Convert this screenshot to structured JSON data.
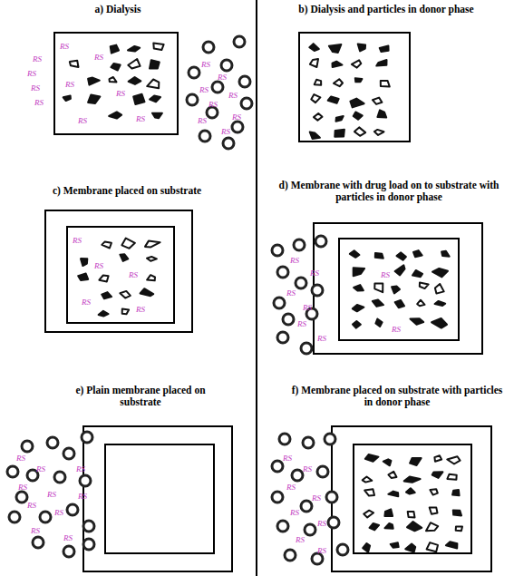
{
  "diagram": {
    "labels": [
      "a) Dialysis",
      "b) Dialysis and particles in donor phase",
      "c) Membrane placed on substrate",
      "d) Membrane with drug load on to substrate with particles in donor phase",
      "e) Plain membrane placed on substrate",
      "f) Membrane placed on substrate with particles in donor phase",
      "RS",
      "RS",
      "RS",
      "RS",
      "RS",
      "RS",
      "RS",
      "RS",
      "RS",
      "RS",
      "RS",
      "RS",
      "RS",
      "RS",
      "RS",
      "RS",
      "RS",
      "RS",
      "RS",
      "RS",
      "RS",
      "RS",
      "RS",
      "RS",
      "RS",
      "RS",
      "RS",
      "RS",
      "RS",
      "RS",
      "RS",
      "RS",
      "RS",
      "RS",
      "RS",
      "RS",
      "RS",
      "RS",
      "RS",
      "RS",
      "RS",
      "RS",
      "RS",
      "RS",
      "RS",
      "RS",
      "RS",
      "RS",
      "RS"
    ]
  }
}
